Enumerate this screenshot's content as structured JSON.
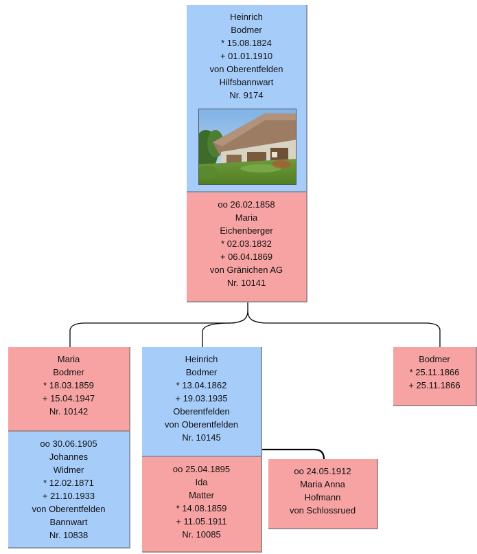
{
  "root": {
    "person": [
      "Heinrich",
      "Bodmer",
      "* 15.08.1824",
      "+ 01.01.1910",
      "von Oberentfelden",
      "Hilfsbannwart",
      "Nr. 9174"
    ],
    "spouse": [
      "oo 26.02.1858",
      "Maria",
      "Eichenberger",
      "* 02.03.1832",
      "+ 06.04.1869",
      "von Gränichen AG",
      "Nr. 10141"
    ]
  },
  "children": [
    {
      "person": [
        "Maria",
        "Bodmer",
        "* 18.03.1859",
        "+ 15.04.1947",
        "Nr. 10142"
      ],
      "spouse": [
        "oo 30.06.1905",
        "Johannes",
        "Widmer",
        "* 12.02.1871",
        "+ 21.10.1933",
        "von Oberentfelden",
        "Bannwart",
        "Nr. 10838"
      ]
    },
    {
      "person": [
        "Heinrich",
        "Bodmer",
        "* 13.04.1862",
        "+ 19.03.1935",
        "Oberentfelden",
        "von Oberentfelden",
        "Nr. 10145"
      ],
      "spouse": [
        "oo 25.04.1895",
        "Ida",
        "Matter",
        "* 14.08.1859",
        "+ 11.05.1911",
        "Nr. 10085"
      ],
      "spouse2": [
        "oo 24.05.1912",
        "Maria Anna",
        "Hofmann",
        "von Schlossrued"
      ]
    },
    {
      "person": [
        "Bodmer",
        "* 25.11.1866",
        "+ 25.11.1866"
      ]
    }
  ],
  "colors": {
    "male": "#a6ccfa",
    "female": "#f7a3a3",
    "line": "#000000"
  },
  "photo_icon": "farmhouse-photo"
}
